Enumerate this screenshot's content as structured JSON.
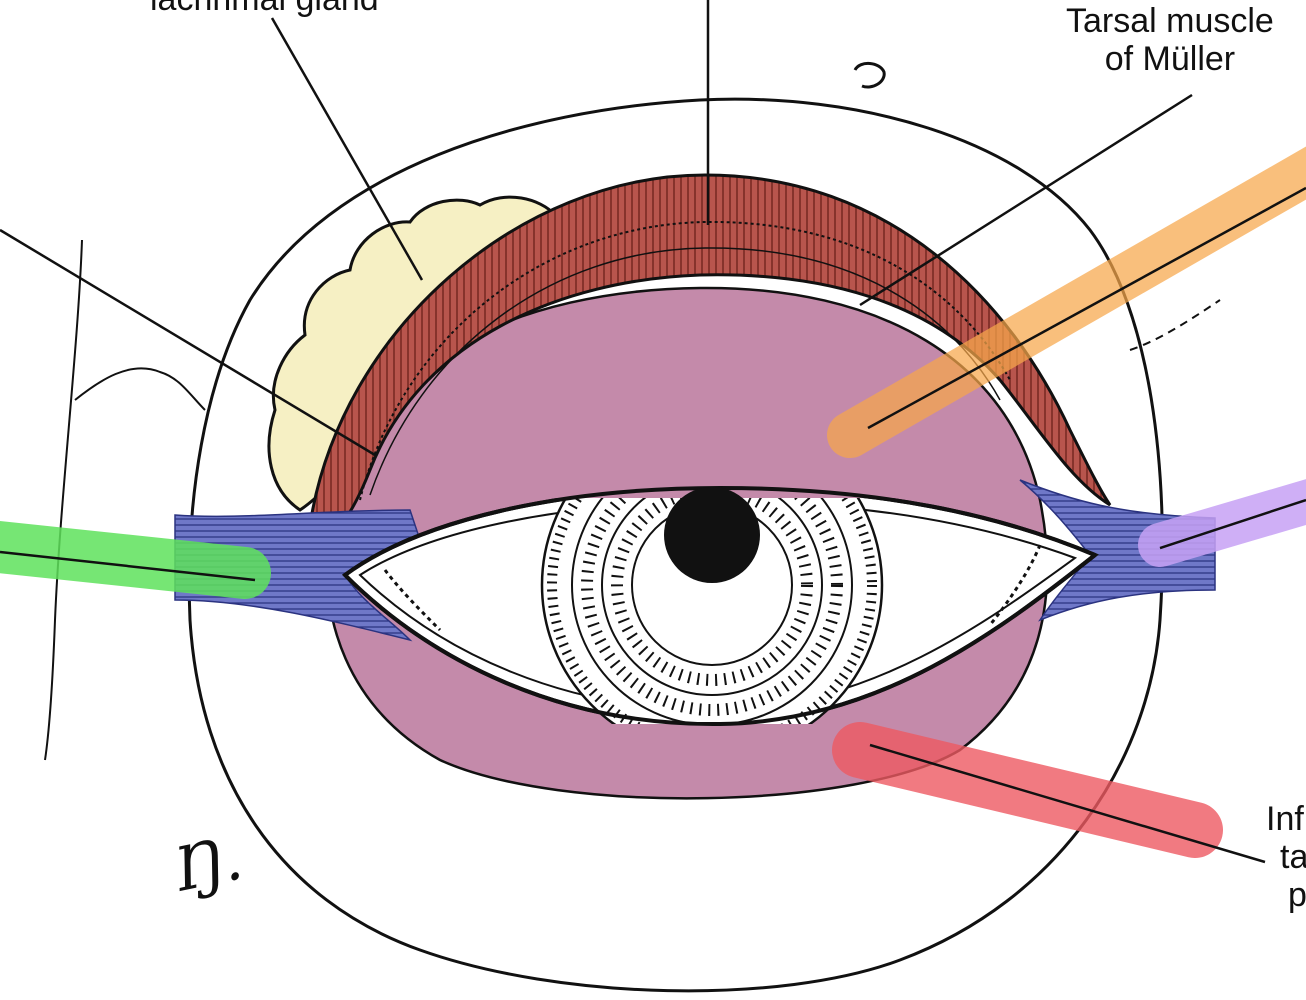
{
  "labels": {
    "lacrimal_gland": "lachrimal gland",
    "tarsal_muscle_line1": "Tarsal muscle",
    "tarsal_muscle_line2": "of Müller",
    "inferior_line1": "Inf",
    "inferior_line2": "ta",
    "inferior_line3": "p"
  },
  "signature": "Ŋ.",
  "colors": {
    "muscle_red": "#b8554d",
    "muscle_stripe": "#7a2a24",
    "tarsal_plate_mauve": "#c48aaa",
    "ligament_blue": "#6f78c8",
    "gland_cream": "#f6f0c4",
    "highlight_orange": "#f7a74b",
    "highlight_purple": "#c7a2f5",
    "highlight_green": "#5fe25c",
    "highlight_red": "#ee5a62",
    "outline": "#111111"
  }
}
